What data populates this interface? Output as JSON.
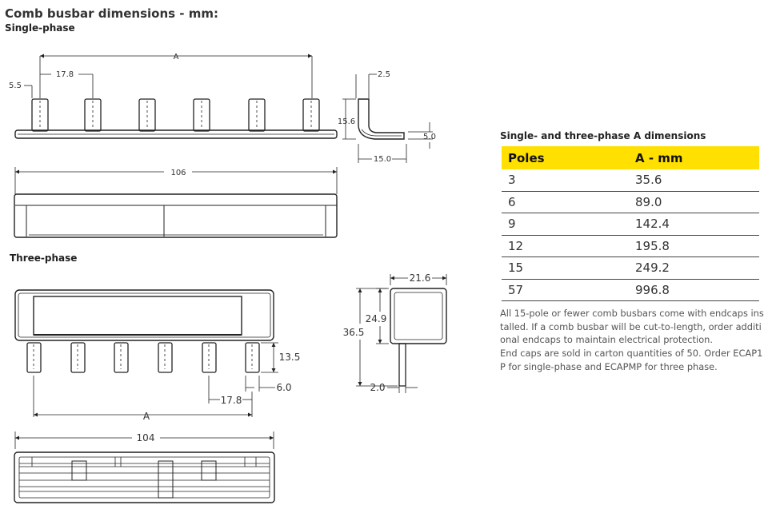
{
  "title": "Comb busbar dimensions - mm:",
  "single_phase": {
    "label": "Single-phase",
    "dims": {
      "a": "A",
      "pitch": "17.8",
      "tab": "5.5",
      "thickness": "2.5",
      "height": "15.6",
      "depth": "5.0",
      "width": "15.0",
      "length": "106"
    }
  },
  "three_phase": {
    "label": "Three-phase",
    "dims": {
      "width": "21.6",
      "inner_height": "24.9",
      "height": "36.5",
      "pin": "13.5",
      "pin_width": "6.0",
      "pitch": "17.8",
      "a": "A",
      "thickness": "2.0",
      "length": "104"
    }
  },
  "table": {
    "title": "Single- and three-phase A dimensions",
    "headers": [
      "Poles",
      "A - mm"
    ],
    "rows": [
      [
        "3",
        "35.6"
      ],
      [
        "6",
        "89.0"
      ],
      [
        "9",
        "142.4"
      ],
      [
        "12",
        "195.8"
      ],
      [
        "15",
        "249.2"
      ],
      [
        "57",
        "996.8"
      ]
    ],
    "highlight_color": "#ffe000"
  },
  "notes": [
    "All 15-pole or fewer comb busbars come with endcaps installed. If a comb busbar will be cut-to-length, order additional endcaps to maintain electrical protection.",
    "End caps are sold in carton quantities of 50. Order ECAP1P for single-phase and ECAPMP for three phase."
  ]
}
